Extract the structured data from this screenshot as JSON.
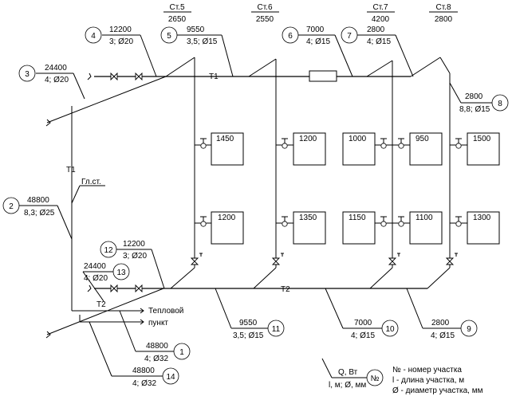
{
  "risers": [
    {
      "name": "Ст.5",
      "load": "2650"
    },
    {
      "name": "Ст.6",
      "load": "2550"
    },
    {
      "name": "Ст.7",
      "load": "4200"
    },
    {
      "name": "Ст.8",
      "load": "2800"
    }
  ],
  "sections": [
    {
      "no": "1",
      "q": "48800",
      "params": "4; Ø32"
    },
    {
      "no": "2",
      "q": "48800",
      "params": "8,3; Ø25"
    },
    {
      "no": "3",
      "q": "24400",
      "params": "4; Ø20"
    },
    {
      "no": "4",
      "q": "12200",
      "params": "3; Ø20"
    },
    {
      "no": "5",
      "q": "9550",
      "params": "3,5; Ø15"
    },
    {
      "no": "6",
      "q": "7000",
      "params": "4; Ø15"
    },
    {
      "no": "7",
      "q": "2800",
      "params": "4; Ø15"
    },
    {
      "no": "8",
      "q": "2800",
      "params": "8,8; Ø15"
    },
    {
      "no": "9",
      "q": "2800",
      "params": "4; Ø15"
    },
    {
      "no": "10",
      "q": "7000",
      "params": "4; Ø15"
    },
    {
      "no": "11",
      "q": "9550",
      "params": "3,5; Ø15"
    },
    {
      "no": "12",
      "q": "12200",
      "params": "3; Ø20"
    },
    {
      "no": "13",
      "q": "24400",
      "params": "4; Ø20"
    },
    {
      "no": "14",
      "q": "48800",
      "params": "4; Ø32"
    }
  ],
  "radiators_upper": [
    "1450",
    "1200",
    "1000",
    "950",
    "1500"
  ],
  "radiators_lower": [
    "1200",
    "1350",
    "1150",
    "1100",
    "1300"
  ],
  "labels": {
    "supply_main": "T1",
    "supply_riser": "T1",
    "return_main": "T2",
    "return_riser": "T2",
    "main_riser": "Гл.ст.",
    "heat_point_1": "Тепловой",
    "heat_point_2": "пункт"
  },
  "legend": {
    "q": "Q, Вт",
    "params": "l, м; Ø, мм",
    "no": "№",
    "line1": "№ - номер участка",
    "line2": "l - длина участка, м",
    "line3": "Ø - диаметр участка, мм"
  }
}
